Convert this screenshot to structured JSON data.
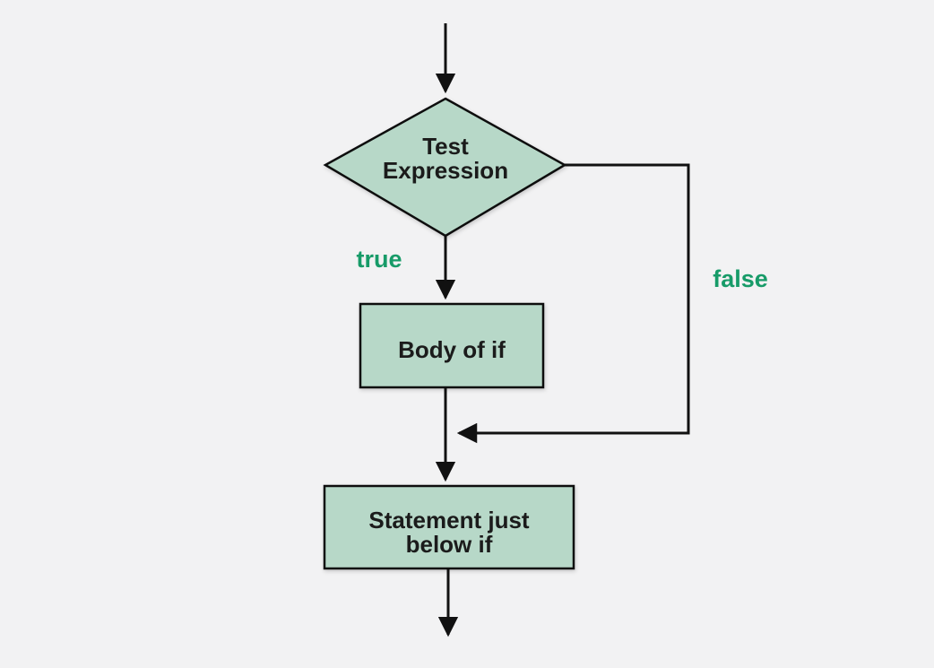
{
  "diagram": {
    "type": "flowchart",
    "topic": "if statement control flow",
    "colors": {
      "background": "#f2f2f3",
      "node_fill": "#b7d8c8",
      "node_border": "#111111",
      "arrow": "#111111",
      "branch_label_green": "#179b68",
      "node_text": "#1b1b1b"
    },
    "nodes": [
      {
        "id": "test-expression",
        "shape": "diamond",
        "lines": [
          "Test",
          "Expression"
        ]
      },
      {
        "id": "body-of-if",
        "shape": "rectangle",
        "lines": [
          "Body of if"
        ]
      },
      {
        "id": "statement-below-if",
        "shape": "rectangle",
        "lines": [
          "Statement just",
          "below if"
        ]
      }
    ],
    "edge_labels": [
      {
        "id": "true-branch",
        "text": "true"
      },
      {
        "id": "false-branch",
        "text": "false"
      }
    ]
  }
}
